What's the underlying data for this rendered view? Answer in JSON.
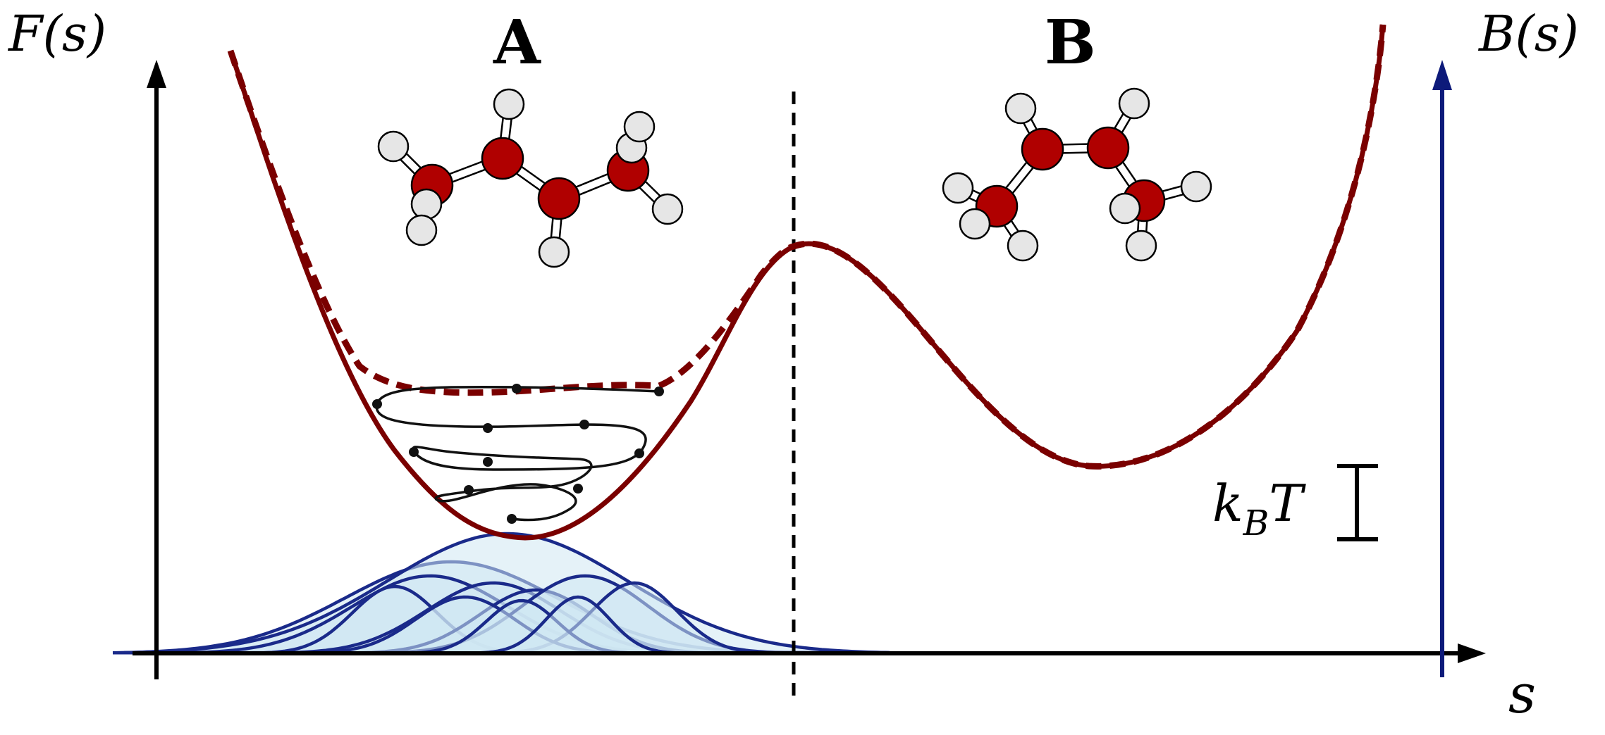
{
  "labels": {
    "y_left": "F(s)",
    "y_right": "B(s)",
    "x_axis": "s",
    "state_a": "A",
    "state_b": "B",
    "kbt_k": "k",
    "kbt_sub": "B",
    "kbt_t": "T"
  },
  "colors": {
    "axis": "#000000",
    "free_energy": "#7a0000",
    "bias_axis": "#0d1a7a",
    "gaussian_stroke": "#1a2a8a",
    "gaussian_fill": "#cfe8f2",
    "carbon": "#b00000",
    "hydrogen": "#e6e6e6",
    "trajectory": "#111111"
  },
  "icons": {
    "molecule_a": "trans-conformer-molecule-icon",
    "molecule_b": "gauche-conformer-molecule-icon"
  }
}
